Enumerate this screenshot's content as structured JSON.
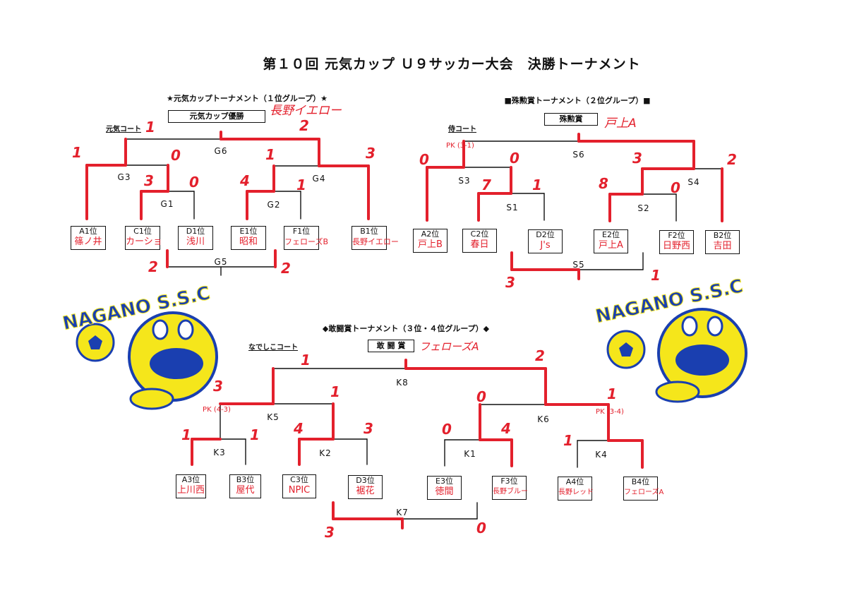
{
  "title": "第１０回 元気カップ Ｕ９サッカー大会　決勝トーナメント",
  "logo_text": "NAGANO S.S.C",
  "genki": {
    "header": "★元気カップトーナメント（１位グループ）★",
    "prize": "元気カップ優勝",
    "winner": "長野イエロー",
    "court": "元気コート",
    "matches": {
      "g1": "G1",
      "g2": "G2",
      "g3": "G3",
      "g4": "G4",
      "g5": "G5",
      "g6": "G6"
    },
    "teams": [
      {
        "slot": "A1位",
        "name": "篠ノ井"
      },
      {
        "slot": "C1位",
        "name": "カーショ"
      },
      {
        "slot": "D1位",
        "name": "浅川"
      },
      {
        "slot": "E1位",
        "name": "昭和"
      },
      {
        "slot": "F1位",
        "name": "フェローズB"
      },
      {
        "slot": "B1位",
        "name": "長野イエロー"
      }
    ],
    "scores": {
      "g6_l": "1",
      "g6_r": "2",
      "g3_l": "1",
      "g3_r": "0",
      "g1_l": "3",
      "g1_r": "0",
      "g4_l": "1",
      "g4_r": "3",
      "g2_l": "4",
      "g2_r": "1",
      "g5_l": "2",
      "g5_r": "2"
    }
  },
  "shukun": {
    "header": "■殊勲賞トーナメント（２位グループ）■",
    "prize": "殊勲賞",
    "winner": "戸上A",
    "court": "侍コート",
    "matches": {
      "s1": "S1",
      "s2": "S2",
      "s3": "S3",
      "s4": "S4",
      "s5": "S5",
      "s6": "S6"
    },
    "teams": [
      {
        "slot": "A2位",
        "name": "戸上B"
      },
      {
        "slot": "C2位",
        "name": "春日"
      },
      {
        "slot": "D2位",
        "name": "J's"
      },
      {
        "slot": "E2位",
        "name": "戸上A"
      },
      {
        "slot": "F2位",
        "name": "日野西"
      },
      {
        "slot": "B2位",
        "name": "吉田"
      }
    ],
    "scores": {
      "s3_l": "0",
      "s3_pk": "PK (3-1)",
      "s3_r": "0",
      "s1_l": "7",
      "s1_r": "1",
      "s4_l": "3",
      "s4_r": "2",
      "s2_l": "8",
      "s2_r": "0",
      "s5_l": "3",
      "s5_r": "1"
    }
  },
  "kantou": {
    "header": "◆敢闘賞トーナメント（３位・４位グループ）◆",
    "prize": "敢 闘 賞",
    "winner": "フェローズA",
    "court": "なでしこコート",
    "matches": {
      "k1": "K1",
      "k2": "K2",
      "k3": "K3",
      "k4": "K4",
      "k5": "K5",
      "k6": "K6",
      "k7": "K7",
      "k8": "K8"
    },
    "teams": [
      {
        "slot": "A3位",
        "name": "上川西"
      },
      {
        "slot": "B3位",
        "name": "屋代"
      },
      {
        "slot": "C3位",
        "name": "NPIC"
      },
      {
        "slot": "D3位",
        "name": "裾花"
      },
      {
        "slot": "E3位",
        "name": "徳間"
      },
      {
        "slot": "F3位",
        "name": "長野ブルー"
      },
      {
        "slot": "A4位",
        "name": "長野レッド"
      },
      {
        "slot": "B4位",
        "name": "フェローズA"
      }
    ],
    "scores": {
      "k8_l": "1",
      "k8_r": "2",
      "k5_l": "3",
      "k5_pk": "PK (4-3)",
      "k5_r": "1",
      "k3_l": "1",
      "k3_r": "1",
      "k2_l": "4",
      "k2_r": "3",
      "k6_l": "0",
      "k6_r": "1",
      "k6_pk": "PK (3-4)",
      "k1_l": "0",
      "k1_r": "4",
      "k4_l": "1",
      "k7_l": "3",
      "k7_r": "0"
    }
  }
}
